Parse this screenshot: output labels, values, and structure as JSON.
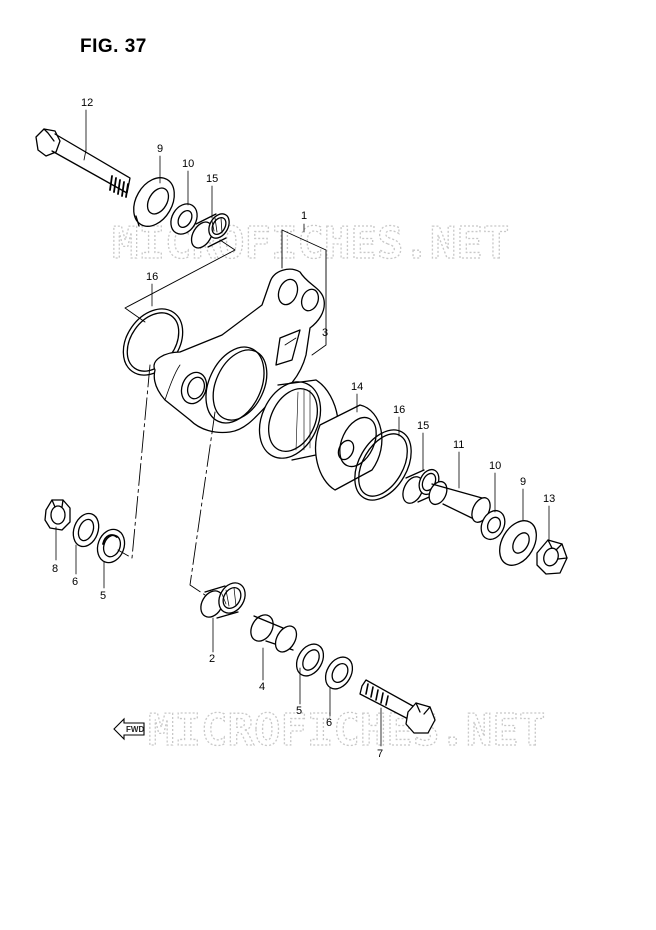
{
  "figure": {
    "title": "FIG. 37"
  },
  "watermark": {
    "text": "MICROFICHES.NET"
  },
  "fwd_arrow": {
    "label": "FWD"
  },
  "callouts": {
    "c12": "12",
    "c9a": "9",
    "c10a": "10",
    "c15a": "15",
    "c1": "1",
    "c3": "3",
    "c16a": "16",
    "c14": "14",
    "c16b": "16",
    "c15b": "15",
    "c11": "11",
    "c10b": "10",
    "c9b": "9",
    "c13": "13",
    "c8": "8",
    "c6a": "6",
    "c5a": "5",
    "c2": "2",
    "c4": "4",
    "c5b": "5",
    "c6b": "6",
    "c7": "7"
  }
}
